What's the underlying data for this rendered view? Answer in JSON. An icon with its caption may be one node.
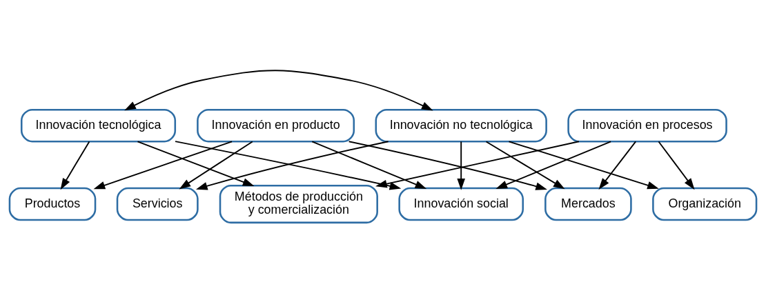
{
  "diagram": {
    "nodes": [
      {
        "text": [
          "Innovación tecnológica"
        ]
      },
      {
        "text": [
          "Innovación no tecnológica"
        ]
      },
      {
        "text": [
          "Productos"
        ]
      },
      {
        "text": [
          "Servicios"
        ]
      },
      {
        "text": [
          "Métodos de producción y comercialización"
        ]
      },
      {
        "text": [
          "Mercados"
        ]
      },
      {
        "text": [
          "Organización"
        ]
      },
      {
        "text": [
          "Innovación en producto"
        ]
      },
      {
        "text": [
          "Innovación en procesos"
        ]
      },
      {
        "text": [
          "Innovación social"
        ]
      }
    ],
    "edges": [
      {
        "from": 0,
        "to": 1,
        "arrow": "both"
      },
      {
        "from": 0,
        "to": 2,
        "arrow": "to"
      },
      {
        "from": 0,
        "to": 4,
        "arrow": "to"
      },
      {
        "from": 1,
        "to": 3,
        "arrow": "to"
      },
      {
        "from": 1,
        "to": 5,
        "arrow": "to"
      },
      {
        "from": 1,
        "to": 6,
        "arrow": "to"
      },
      {
        "from": 7,
        "to": 2,
        "arrow": "to"
      },
      {
        "from": 7,
        "to": 3,
        "arrow": "to"
      },
      {
        "from": 7,
        "to": 5,
        "arrow": "to"
      },
      {
        "from": 8,
        "to": 4,
        "arrow": "to"
      },
      {
        "from": 8,
        "to": 5,
        "arrow": "to"
      },
      {
        "from": 8,
        "to": 6,
        "arrow": "to"
      },
      {
        "from": 7,
        "to": 9,
        "arrow": "to"
      },
      {
        "from": 8,
        "to": 9,
        "arrow": "to"
      },
      {
        "from": 0,
        "to": 9,
        "arrow": "to"
      },
      {
        "from": 1,
        "to": 9,
        "arrow": "to"
      }
    ]
  }
}
